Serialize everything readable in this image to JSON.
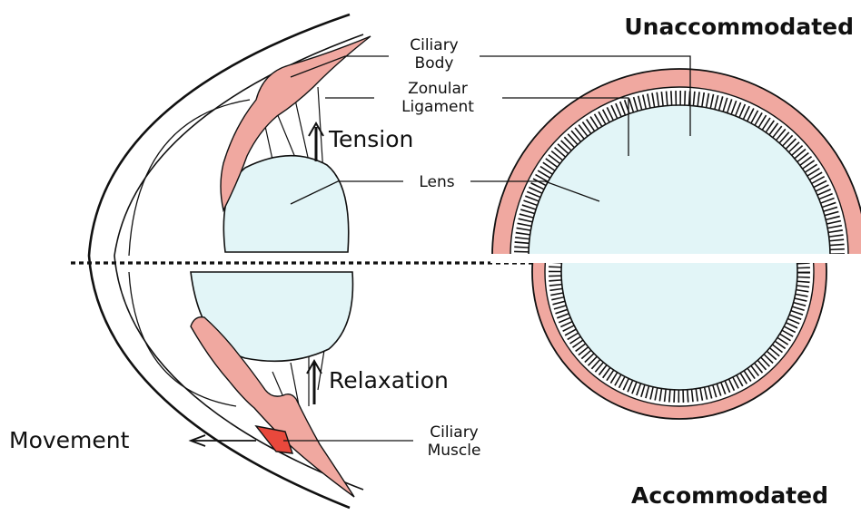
{
  "colors": {
    "tissue": "#f0a8a0",
    "muscle": "#e8483c",
    "lens": "#e2f5f7",
    "outline": "#111111"
  },
  "labels": {
    "ciliary_body": [
      "Ciliary",
      "Body"
    ],
    "zonular_ligament": [
      "Zonular",
      "Ligament"
    ],
    "tension": "Tension",
    "lens": "Lens",
    "relaxation": "Relaxation",
    "movement": "Movement",
    "ciliary_muscle": [
      "Ciliary",
      "Muscle"
    ],
    "unaccommodated": "Unaccommodated",
    "accommodated": "Accommodated"
  }
}
